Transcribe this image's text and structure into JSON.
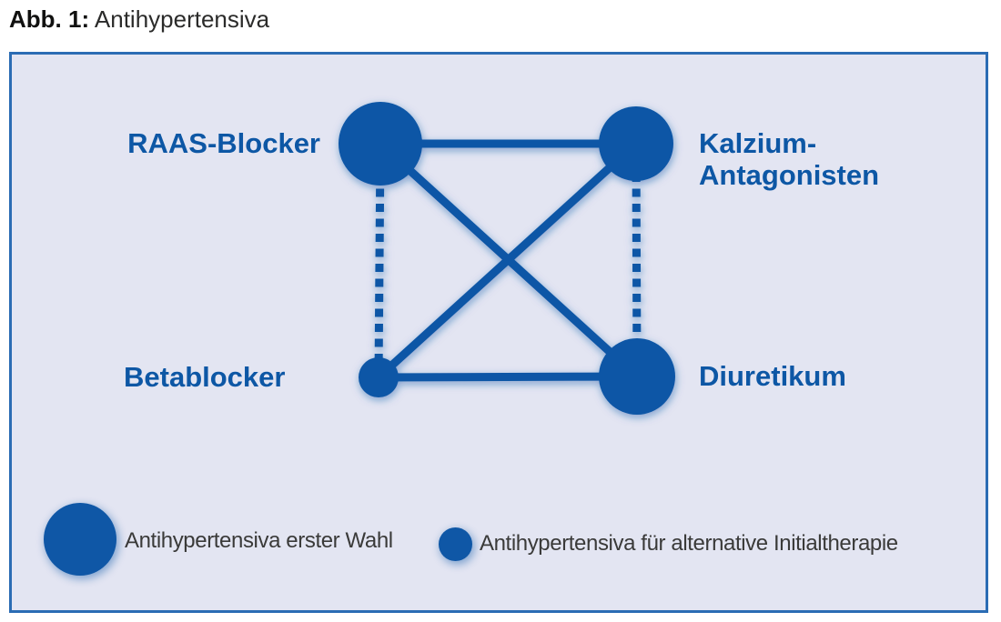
{
  "figure": {
    "label": "Abb. 1:",
    "title": "Antihypertensiva"
  },
  "colors": {
    "primary_blue": "#0f57a6",
    "label_blue": "#0d57a5",
    "panel_background": "#e3e5f2",
    "panel_border": "#2b6cb4",
    "legend_text": "#3a3a39",
    "caption_text": "#111110"
  },
  "diagram": {
    "nodes": [
      {
        "id": "raas",
        "label": "RAAS-Blocker",
        "type": "first_choice",
        "size": "large"
      },
      {
        "id": "kalzium",
        "label": "Kalzium-Antagonisten",
        "label_lines": [
          "Kalzium-",
          "Antagonisten"
        ],
        "type": "first_choice",
        "size": "large"
      },
      {
        "id": "beta",
        "label": "Betablocker",
        "type": "alternative",
        "size": "small"
      },
      {
        "id": "diuretikum",
        "label": "Diuretikum",
        "type": "first_choice",
        "size": "large"
      }
    ],
    "edges": [
      {
        "from": "raas",
        "to": "kalzium",
        "line_style": "solid"
      },
      {
        "from": "beta",
        "to": "diuretikum",
        "line_style": "solid"
      },
      {
        "from": "raas",
        "to": "diuretikum",
        "line_style": "solid"
      },
      {
        "from": "kalzium",
        "to": "beta",
        "line_style": "solid"
      },
      {
        "from": "raas",
        "to": "beta",
        "line_style": "dotted"
      },
      {
        "from": "kalzium",
        "to": "diuretikum",
        "line_style": "dotted"
      }
    ]
  },
  "legend": {
    "items": [
      {
        "symbol": "large-circle",
        "label": "Antihypertensiva erster Wahl"
      },
      {
        "symbol": "small-circle",
        "label": "Antihypertensiva für alternative Initialtherapie"
      }
    ]
  }
}
